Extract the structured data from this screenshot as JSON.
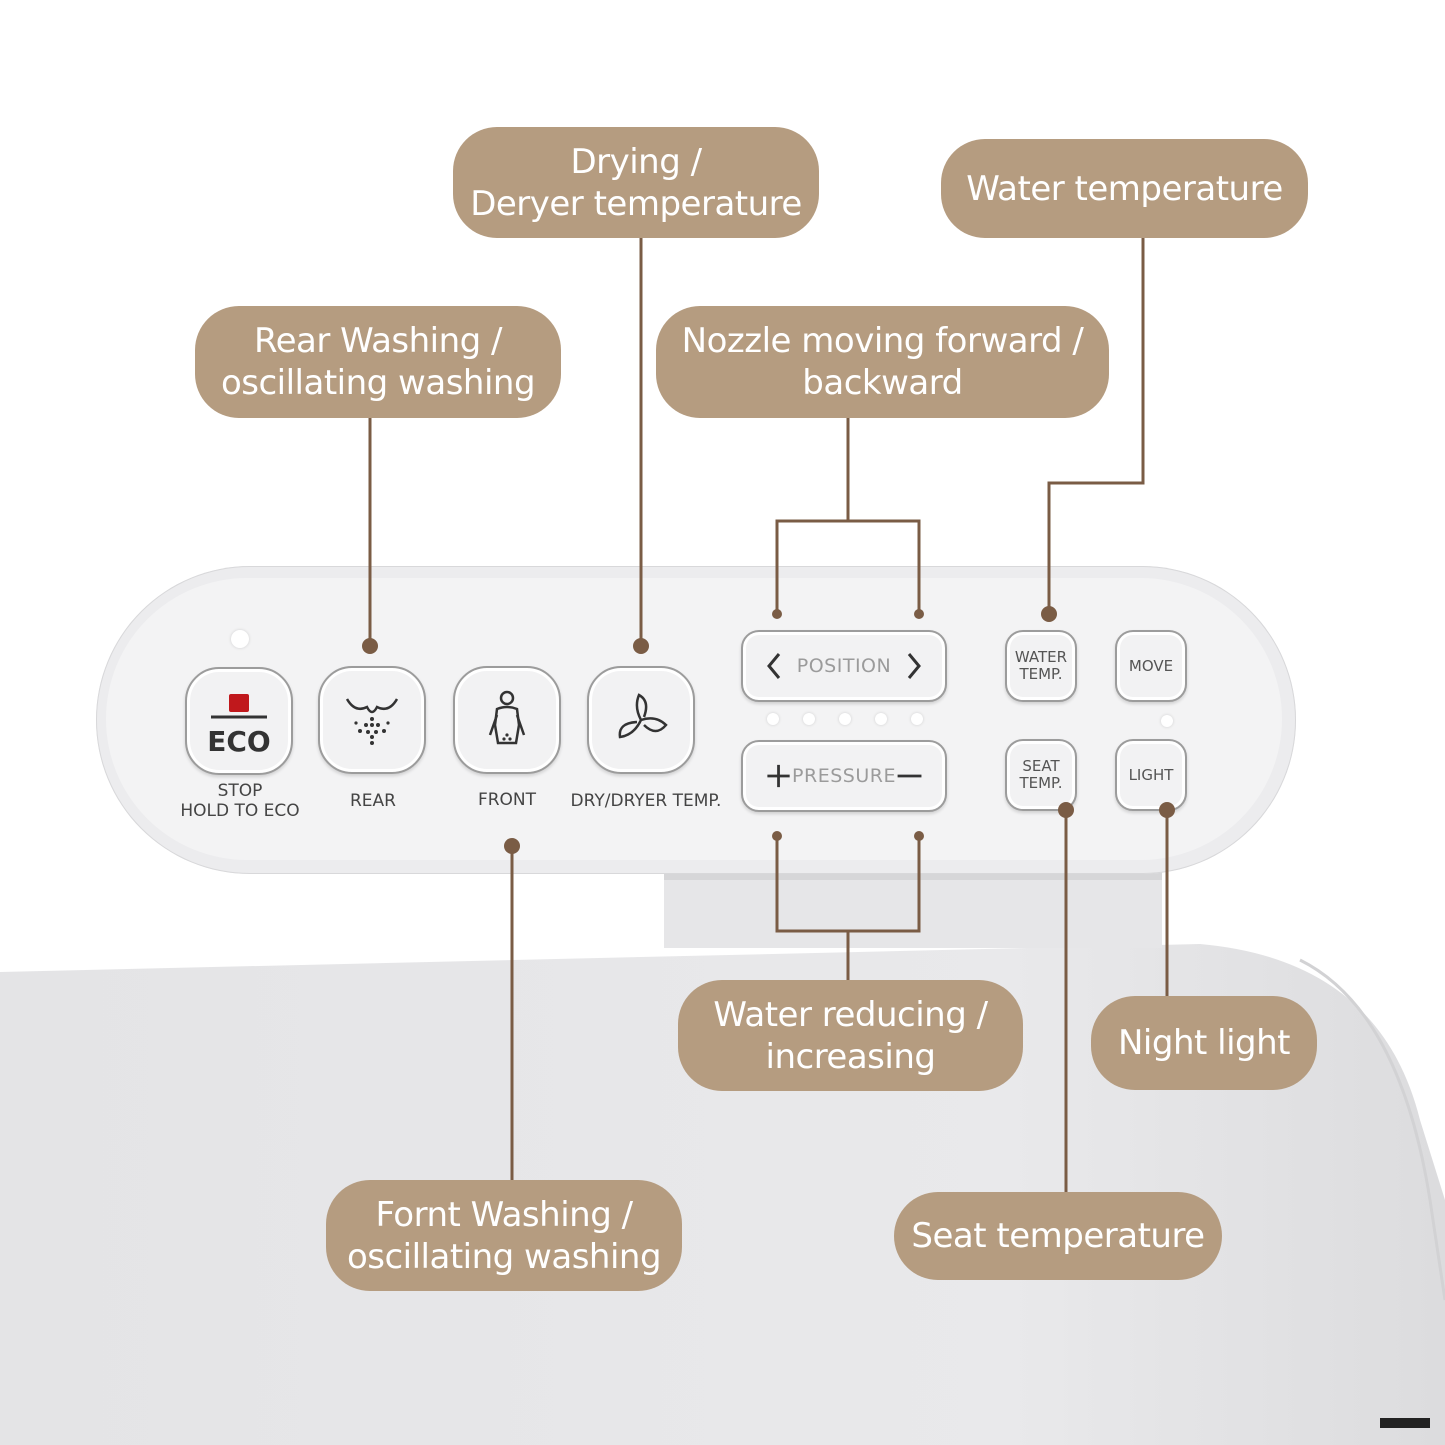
{
  "callouts": {
    "drying": [
      "Drying /",
      "Deryer temperature"
    ],
    "water_temp": [
      "Water temperature"
    ],
    "rear_washing": [
      "Rear Washing /",
      "oscillating washing"
    ],
    "nozzle": [
      "Nozzle moving forward /",
      "backward"
    ],
    "water_reducing": [
      "Water reducing /",
      "increasing"
    ],
    "night_light": [
      "Night light"
    ],
    "front_washing": [
      "Fornt Washing /",
      "oscillating washing"
    ],
    "seat_temp": [
      "Seat temperature"
    ]
  },
  "panel": {
    "eco": {
      "icon_text": "ECO",
      "label_1": "STOP",
      "label_2": "HOLD TO ECO"
    },
    "rear": {
      "label": "REAR"
    },
    "front": {
      "label": "FRONT"
    },
    "dry": {
      "label": "DRY/DRYER TEMP."
    },
    "position": {
      "label": "POSITION"
    },
    "pressure": {
      "label": "PRESSURE"
    },
    "water_temp": {
      "line_1": "WATER",
      "line_2": "TEMP."
    },
    "move": {
      "label": "MOVE"
    },
    "seat_temp": {
      "line_1": "SEAT",
      "line_2": "TEMP."
    },
    "light": {
      "label": "LIGHT"
    }
  },
  "colors": {
    "callout": "#b59c80",
    "leader": "#7a5c45",
    "eco_square": "#c0181c"
  },
  "icons": {
    "eco": "stop-square-icon",
    "rear": "rear-spray-icon",
    "front": "front-person-icon",
    "dry": "fan-icon",
    "position_left": "chevron-left-icon",
    "position_right": "chevron-right-icon",
    "pressure_plus": "plus-icon",
    "pressure_minus": "minus-icon"
  }
}
